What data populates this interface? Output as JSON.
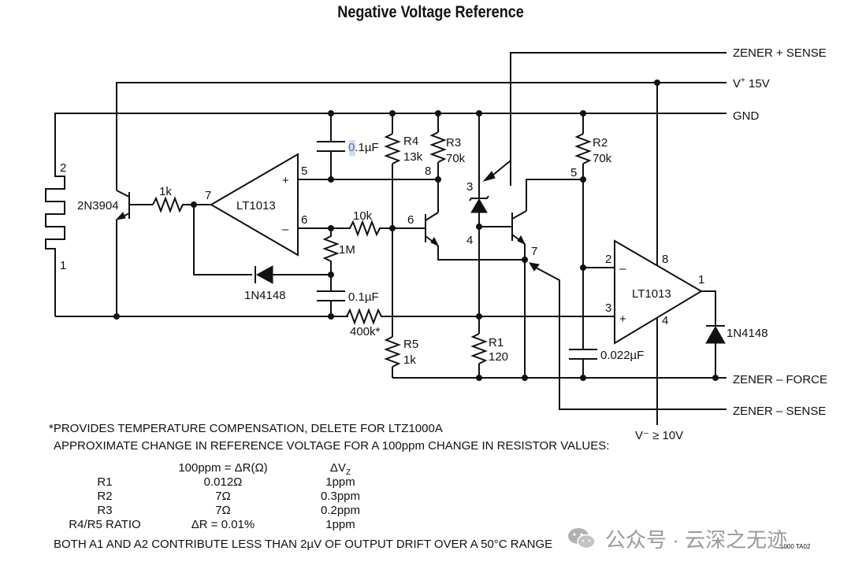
{
  "title": "Negative Voltage Reference",
  "rails": {
    "zener_plus_sense": "ZENER + SENSE",
    "vplus_prefix": "V",
    "vplus_sup": "+",
    "vplus_value": " 15V",
    "gnd": "GND",
    "zener_minus_force": "ZENER – FORCE",
    "zener_minus_sense": "ZENER – SENSE",
    "vminus": "V⁻ ≥ 10V"
  },
  "components": {
    "heater_pin2": "2",
    "heater_pin1": "1",
    "q_2n3904": "2N3904",
    "r_1k": "1k",
    "a1_label": "LT1013",
    "a1_pin7": "7",
    "a1_pin5": "5",
    "a1_pin6": "6",
    "a1_plus": "+",
    "a1_minus": "–",
    "c1_prefix": "0",
    "c1_highlight": ".",
    "c1_rest": "1µF",
    "r4_name": "R4",
    "r4_value": "13k",
    "r3_name": "R3",
    "r3_value": "70k",
    "node_8": "8",
    "r_10k": "10k",
    "node_6": "6",
    "r_1m": "1M",
    "d1_label": "1N4148",
    "c2_label": "0.1µF",
    "r_400k": "400k*",
    "r5_name": "R5",
    "r5_value": "1k",
    "z_pin3": "3",
    "z_pin4": "4",
    "r1_name": "R1",
    "r1_value": "120",
    "r2_name": "R2",
    "r2_value": "70k",
    "node_5b": "5",
    "node_7b": "7",
    "a2_label": "LT1013",
    "a2_pin2": "2",
    "a2_pin3": "3",
    "a2_pin8": "8",
    "a2_pin1": "1",
    "a2_pin4": "4",
    "a2_plus": "+",
    "a2_minus": "–",
    "c3_label": "0.022µF",
    "d2_label": "1N4148"
  },
  "notes": {
    "line1": "*PROVIDES TEMPERATURE COMPENSATION, DELETE FOR LTZ1000A",
    "line2": "APPROXIMATE CHANGE IN REFERENCE VOLTAGE FOR A 100ppm CHANGE IN RESISTOR VALUES:",
    "table_header_delta_r": "100ppm = ΔR(Ω)",
    "table_header_delta_v": "ΔV",
    "table_header_delta_v_sub": "Z",
    "table_rows": [
      {
        "name": "R1",
        "delta_r": "0.012Ω",
        "delta_v": "1ppm"
      },
      {
        "name": "R2",
        "delta_r": "7Ω",
        "delta_v": "0.3ppm"
      },
      {
        "name": "R3",
        "delta_r": "7Ω",
        "delta_v": "0.2ppm"
      },
      {
        "name": "R4/R5 RATIO",
        "delta_r": "ΔR = 0.01%",
        "delta_v": "1ppm"
      }
    ],
    "line_last": "BOTH A1 AND A2 CONTRIBUTE LESS THAN 2µV OF OUTPUT DRIFT OVER A 50°C RANGE",
    "figure_code": "1000 TA02"
  },
  "watermark": "公众号 · 云深之无迹"
}
